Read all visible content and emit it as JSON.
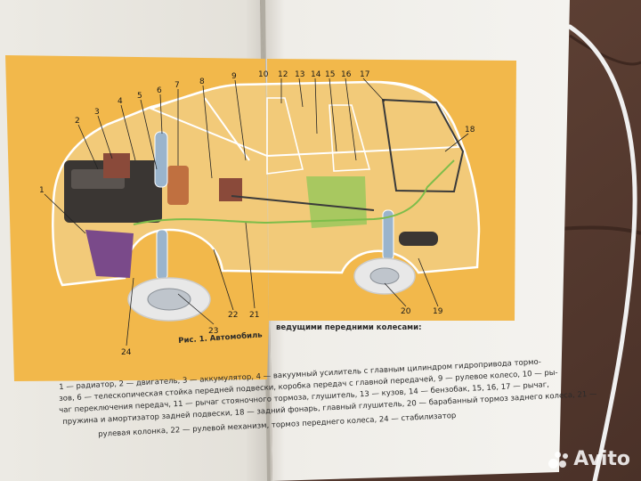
{
  "colors": {
    "background": "#5b3f33",
    "page": "#f3f2ee",
    "yellow_panel": "#f2b84b",
    "car_outline": "#ffffff",
    "wiring": "#7dbd4a",
    "fuel_tank": "#a8c860",
    "engine": "#3a3633",
    "battery": "#8a4a3a",
    "exhaust": "#c07040",
    "wheels": "#e0e0e0",
    "shock": "#9ab4cc",
    "radiator_purple": "#7a4a8a",
    "cable": "#f0f0f0"
  },
  "callouts": {
    "left": [
      "1",
      "2",
      "3",
      "4",
      "5",
      "6",
      "7",
      "8",
      "9"
    ],
    "top_right": [
      "10",
      "12",
      "13",
      "14",
      "15",
      "16",
      "17",
      "18"
    ],
    "bottom": [
      "24",
      "23",
      "22",
      "21",
      "20",
      "19"
    ]
  },
  "caption": {
    "right_header": "ведущими передними колесами:",
    "figure_label": "Рис. 1. Автомобиль",
    "lines": [
      "1 — радиатор, 2 — двигатель, 3 — аккумулятор, 4 — вакуумный усилитель с главным цилиндром гидропривода тормо-",
      "зов, 6 — телескопическая стойка передней подвески, коробка передач с главной передачей, 9 — рулевое колесо, 10 — ры-",
      "чаг переключения передач, 11 — рычаг стояночного тормоза, глушитель, 13 — кузов, 14 — бензобак, 15, 16, 17 — рычаг,",
      "пружина и амортизатор задней подвески, 18 — задний фонарь, главный глушитель, 20 — барабанный тормоз заднего колеса, 21 —",
      "рулевая колонка, 22 — рулевой механизм, тормоз переднего колеса, 24 — стабилизатор"
    ]
  },
  "watermark": {
    "text": "Avito"
  }
}
